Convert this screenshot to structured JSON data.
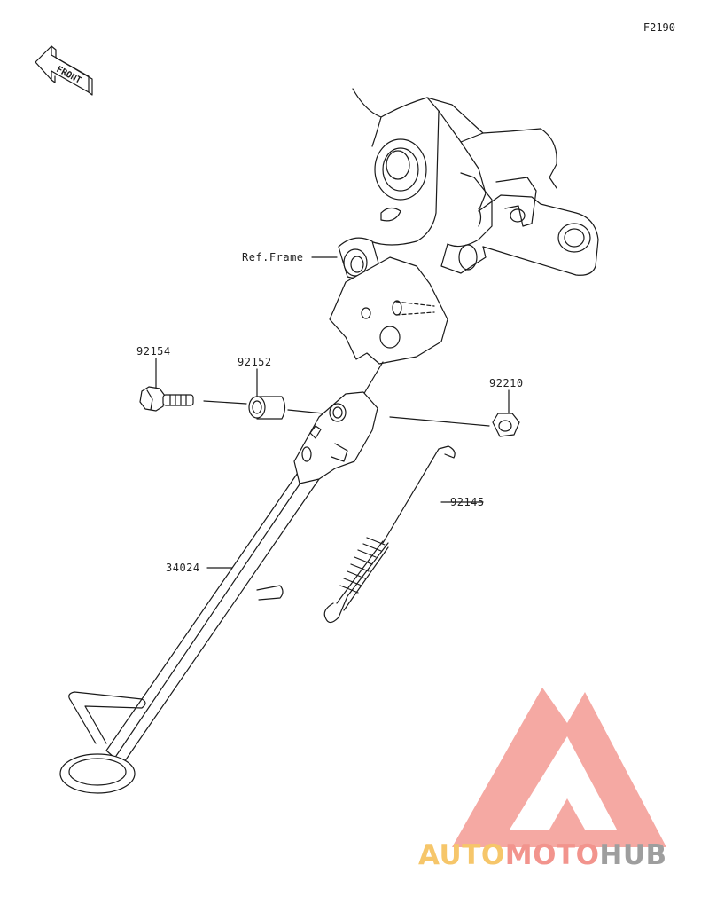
{
  "figure_id": "F2190",
  "front_label": "FRONT",
  "ref_label": "Ref.Frame",
  "parts": [
    {
      "number": "92154"
    },
    {
      "number": "92152"
    },
    {
      "number": "92210"
    },
    {
      "number": "92145"
    },
    {
      "number": "34024"
    }
  ],
  "watermark": {
    "part1": "AUTO",
    "part2": "MOTO",
    "part3": "HUB",
    "colors": {
      "auto": "#f6c66a",
      "moto": "#f2948d",
      "hub": "#9e9e9e",
      "logo": "#f4a09a"
    }
  }
}
